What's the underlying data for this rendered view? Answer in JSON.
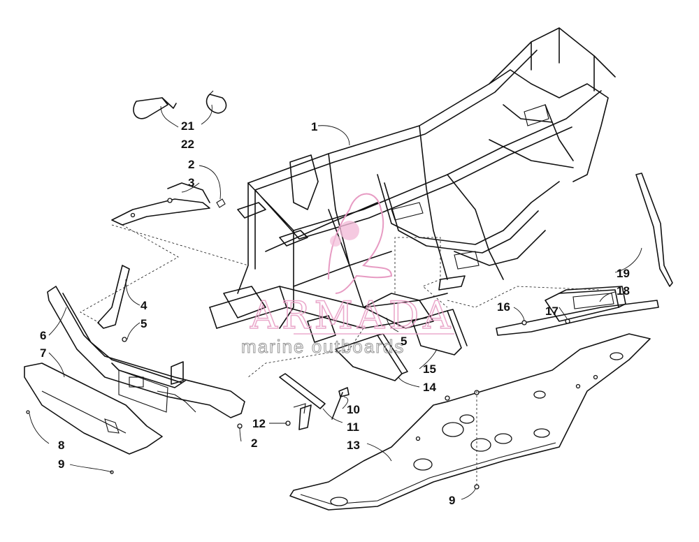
{
  "watermark": {
    "brand": "ARMADA",
    "tagline": "marine outboards",
    "color": "#e79bc3"
  },
  "callouts": [
    "1",
    "2",
    "3",
    "4",
    "5",
    "6",
    "7",
    "8",
    "9",
    "10",
    "11",
    "12",
    "13",
    "14",
    "15",
    "16",
    "17",
    "18",
    "19",
    "21",
    "22",
    "5",
    "2",
    "9"
  ]
}
